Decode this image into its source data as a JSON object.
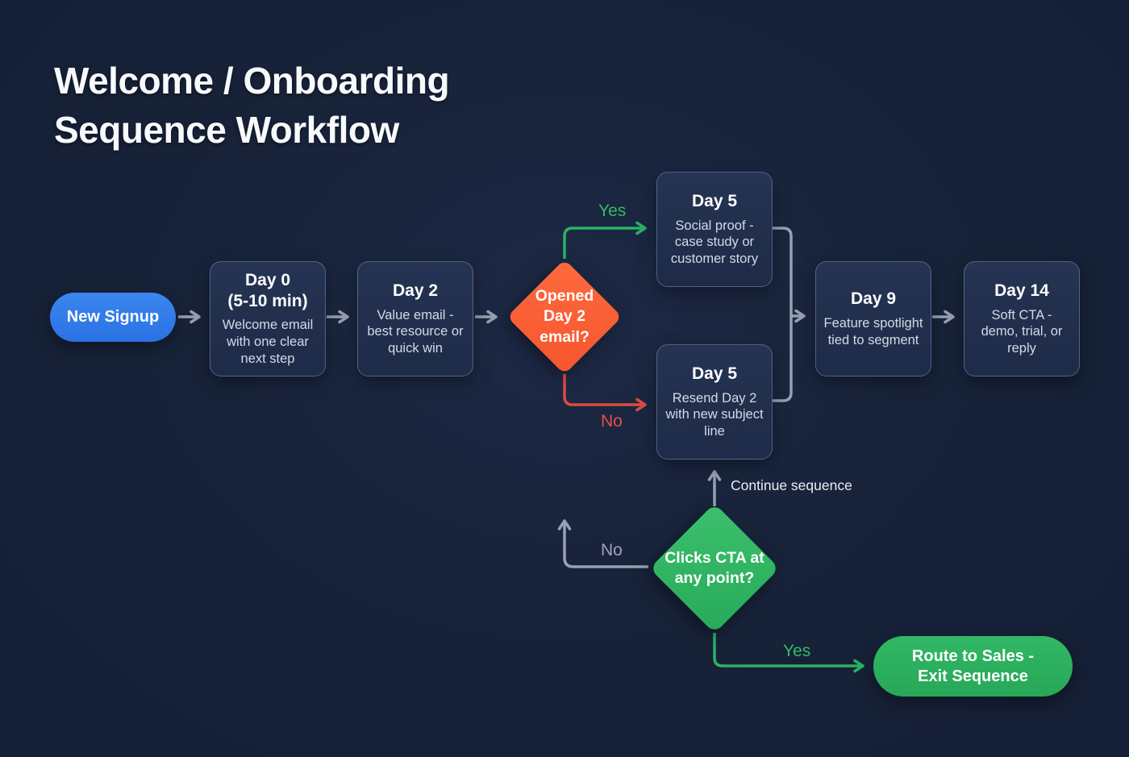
{
  "page": {
    "title_line1": "Welcome / Onboarding",
    "title_line2": "Sequence Workflow"
  },
  "flow": {
    "start": {
      "label": "New Signup"
    },
    "day0": {
      "title": "Day 0",
      "subtitle": "(5-10 min)",
      "body": "Welcome email with one clear next step"
    },
    "day2": {
      "title": "Day 2",
      "body": "Value email - best resource or quick win"
    },
    "open_decision": {
      "question": "Opened Day 2 email?",
      "yes_label": "Yes",
      "no_label": "No"
    },
    "day5_social": {
      "title": "Day 5",
      "body": "Social proof - case study or customer story"
    },
    "day5_resend": {
      "title": "Day 5",
      "body": "Resend Day 2 with new subject line"
    },
    "day9": {
      "title": "Day 9",
      "body": "Feature spotlight tied to segment"
    },
    "day14": {
      "title": "Day 14",
      "body": "Soft CTA - demo, trial, or reply"
    },
    "cta_decision": {
      "question": "Clicks CTA at any point?",
      "yes_label": "Yes",
      "no_label": "No",
      "continue_label": "Continue sequence"
    },
    "exit": {
      "label_line1": "Route to Sales -",
      "label_line2": "Exit Sequence"
    }
  },
  "colors": {
    "background": "#172238",
    "node_fill": "#22304e",
    "node_border": "#4e5f85",
    "connector_gray": "#97a1b2",
    "accent_blue": "#2e7ce8",
    "accent_green": "#2bb164",
    "accent_red": "#de4b42",
    "accent_orange": "#f85832"
  }
}
